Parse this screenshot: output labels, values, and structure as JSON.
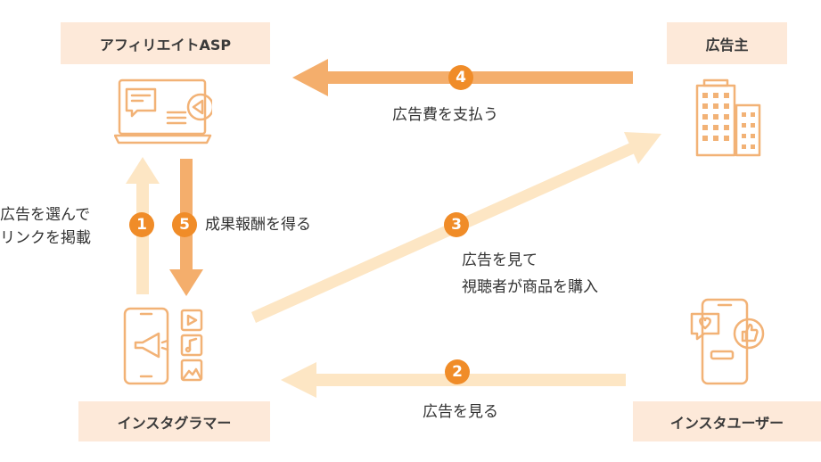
{
  "colors": {
    "arrow_dark": "#f4ae6c",
    "arrow_light": "#fde6c4",
    "box_bg": "#fde9d9",
    "icon_stroke": "#f2b276",
    "badge": "#f08c28"
  },
  "nodes": {
    "asp": "アフィリエイトASP",
    "advertiser": "広告主",
    "instagrammer": "インスタグラマー",
    "user": "インスタユーザー"
  },
  "steps": [
    {
      "number": "1",
      "label_line1": "広告を選んで",
      "label_line2": "リンクを掲載"
    },
    {
      "number": "2",
      "label": "広告を見る"
    },
    {
      "number": "3",
      "label_line1": "広告を見て",
      "label_line2": "視聴者が商品を購入"
    },
    {
      "number": "4",
      "label": "広告費を支払う"
    },
    {
      "number": "5",
      "label": "成果報酬を得る"
    }
  ]
}
